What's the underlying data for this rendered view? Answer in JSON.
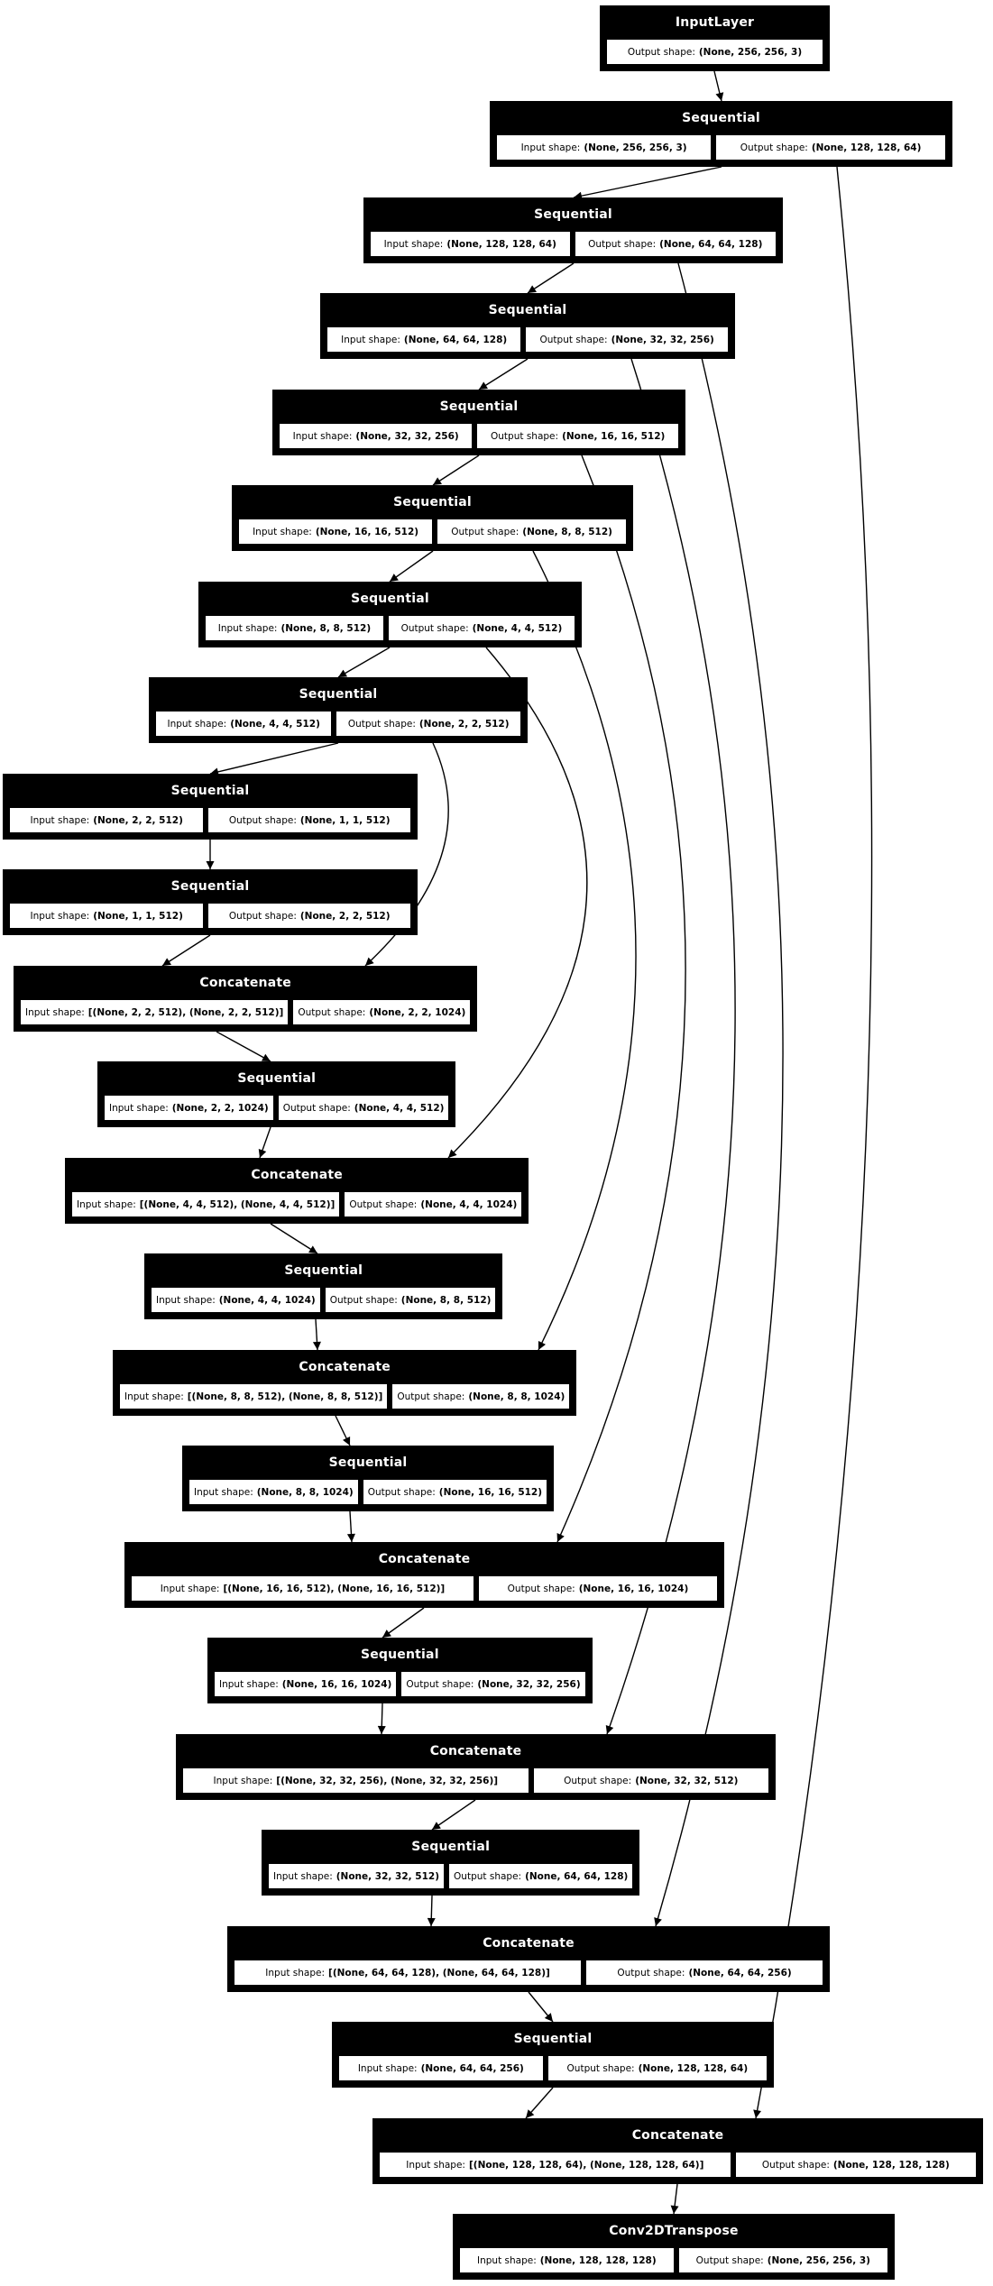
{
  "diagram": {
    "type": "keras-model-graph",
    "colors": {
      "node_background": "#000000",
      "node_title_text": "#ffffff",
      "cell_background": "#ffffff",
      "cell_text": "#000000",
      "edge": "#000000",
      "page_background": "#ffffff"
    },
    "nodes": [
      {
        "title": "InputLayer",
        "cells": [
          {
            "label": "Output shape:",
            "value": "(None, 256, 256, 3)"
          }
        ]
      },
      {
        "title": "Sequential",
        "cells": [
          {
            "label": "Input shape:",
            "value": "(None, 256, 256, 3)"
          },
          {
            "label": "Output shape:",
            "value": "(None, 128, 128, 64)"
          }
        ]
      },
      {
        "title": "Sequential",
        "cells": [
          {
            "label": "Input shape:",
            "value": "(None, 128, 128, 64)"
          },
          {
            "label": "Output shape:",
            "value": "(None, 64, 64, 128)"
          }
        ]
      },
      {
        "title": "Sequential",
        "cells": [
          {
            "label": "Input shape:",
            "value": "(None, 64, 64, 128)"
          },
          {
            "label": "Output shape:",
            "value": "(None, 32, 32, 256)"
          }
        ]
      },
      {
        "title": "Sequential",
        "cells": [
          {
            "label": "Input shape:",
            "value": "(None, 32, 32, 256)"
          },
          {
            "label": "Output shape:",
            "value": "(None, 16, 16, 512)"
          }
        ]
      },
      {
        "title": "Sequential",
        "cells": [
          {
            "label": "Input shape:",
            "value": "(None, 16, 16, 512)"
          },
          {
            "label": "Output shape:",
            "value": "(None, 8, 8, 512)"
          }
        ]
      },
      {
        "title": "Sequential",
        "cells": [
          {
            "label": "Input shape:",
            "value": "(None, 8, 8, 512)"
          },
          {
            "label": "Output shape:",
            "value": "(None, 4, 4, 512)"
          }
        ]
      },
      {
        "title": "Sequential",
        "cells": [
          {
            "label": "Input shape:",
            "value": "(None, 4, 4, 512)"
          },
          {
            "label": "Output shape:",
            "value": "(None, 2, 2, 512)"
          }
        ]
      },
      {
        "title": "Sequential",
        "cells": [
          {
            "label": "Input shape:",
            "value": "(None, 2, 2, 512)"
          },
          {
            "label": "Output shape:",
            "value": "(None, 1, 1, 512)"
          }
        ]
      },
      {
        "title": "Sequential",
        "cells": [
          {
            "label": "Input shape:",
            "value": "(None, 1, 1, 512)"
          },
          {
            "label": "Output shape:",
            "value": "(None, 2, 2, 512)"
          }
        ]
      },
      {
        "title": "Concatenate",
        "cells": [
          {
            "label": "Input shape:",
            "value": "[(None, 2, 2, 512), (None, 2, 2, 512)]"
          },
          {
            "label": "Output shape:",
            "value": "(None, 2, 2, 1024)"
          }
        ]
      },
      {
        "title": "Sequential",
        "cells": [
          {
            "label": "Input shape:",
            "value": "(None, 2, 2, 1024)"
          },
          {
            "label": "Output shape:",
            "value": "(None, 4, 4, 512)"
          }
        ]
      },
      {
        "title": "Concatenate",
        "cells": [
          {
            "label": "Input shape:",
            "value": "[(None, 4, 4, 512), (None, 4, 4, 512)]"
          },
          {
            "label": "Output shape:",
            "value": "(None, 4, 4, 1024)"
          }
        ]
      },
      {
        "title": "Sequential",
        "cells": [
          {
            "label": "Input shape:",
            "value": "(None, 4, 4, 1024)"
          },
          {
            "label": "Output shape:",
            "value": "(None, 8, 8, 512)"
          }
        ]
      },
      {
        "title": "Concatenate",
        "cells": [
          {
            "label": "Input shape:",
            "value": "[(None, 8, 8, 512), (None, 8, 8, 512)]"
          },
          {
            "label": "Output shape:",
            "value": "(None, 8, 8, 1024)"
          }
        ]
      },
      {
        "title": "Sequential",
        "cells": [
          {
            "label": "Input shape:",
            "value": "(None, 8, 8, 1024)"
          },
          {
            "label": "Output shape:",
            "value": "(None, 16, 16, 512)"
          }
        ]
      },
      {
        "title": "Concatenate",
        "cells": [
          {
            "label": "Input shape:",
            "value": "[(None, 16, 16, 512), (None, 16, 16, 512)]"
          },
          {
            "label": "Output shape:",
            "value": "(None, 16, 16, 1024)"
          }
        ]
      },
      {
        "title": "Sequential",
        "cells": [
          {
            "label": "Input shape:",
            "value": "(None, 16, 16, 1024)"
          },
          {
            "label": "Output shape:",
            "value": "(None, 32, 32, 256)"
          }
        ]
      },
      {
        "title": "Concatenate",
        "cells": [
          {
            "label": "Input shape:",
            "value": "[(None, 32, 32, 256), (None, 32, 32, 256)]"
          },
          {
            "label": "Output shape:",
            "value": "(None, 32, 32, 512)"
          }
        ]
      },
      {
        "title": "Sequential",
        "cells": [
          {
            "label": "Input shape:",
            "value": "(None, 32, 32, 512)"
          },
          {
            "label": "Output shape:",
            "value": "(None, 64, 64, 128)"
          }
        ]
      },
      {
        "title": "Concatenate",
        "cells": [
          {
            "label": "Input shape:",
            "value": "[(None, 64, 64, 128), (None, 64, 64, 128)]"
          },
          {
            "label": "Output shape:",
            "value": "(None, 64, 64, 256)"
          }
        ]
      },
      {
        "title": "Sequential",
        "cells": [
          {
            "label": "Input shape:",
            "value": "(None, 64, 64, 256)"
          },
          {
            "label": "Output shape:",
            "value": "(None, 128, 128, 64)"
          }
        ]
      },
      {
        "title": "Concatenate",
        "cells": [
          {
            "label": "Input shape:",
            "value": "[(None, 128, 128, 64), (None, 128, 128, 64)]"
          },
          {
            "label": "Output shape:",
            "value": "(None, 128, 128, 128)"
          }
        ]
      },
      {
        "title": "Conv2DTranspose",
        "cells": [
          {
            "label": "Input shape:",
            "value": "(None, 128, 128, 128)"
          },
          {
            "label": "Output shape:",
            "value": "(None, 256, 256, 3)"
          }
        ]
      }
    ]
  }
}
